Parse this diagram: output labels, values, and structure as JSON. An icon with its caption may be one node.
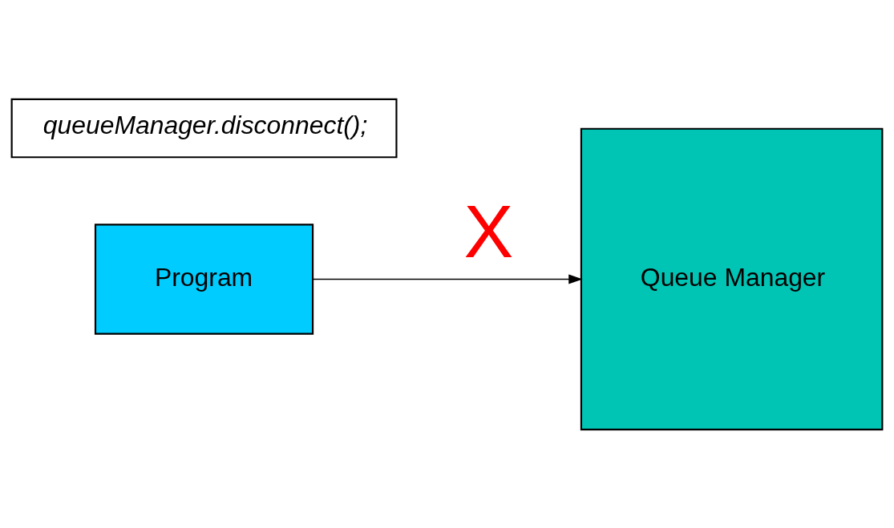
{
  "diagram": {
    "nodes": [
      {
        "text": [
          "Program"
        ]
      },
      {
        "text": [
          "Queue Manager"
        ]
      },
      {
        "text": [
          "queueManager.disconnect();"
        ]
      }
    ],
    "edges": [
      {
        "from": 0,
        "to": 1,
        "arrow": "to",
        "label": "X"
      }
    ]
  }
}
